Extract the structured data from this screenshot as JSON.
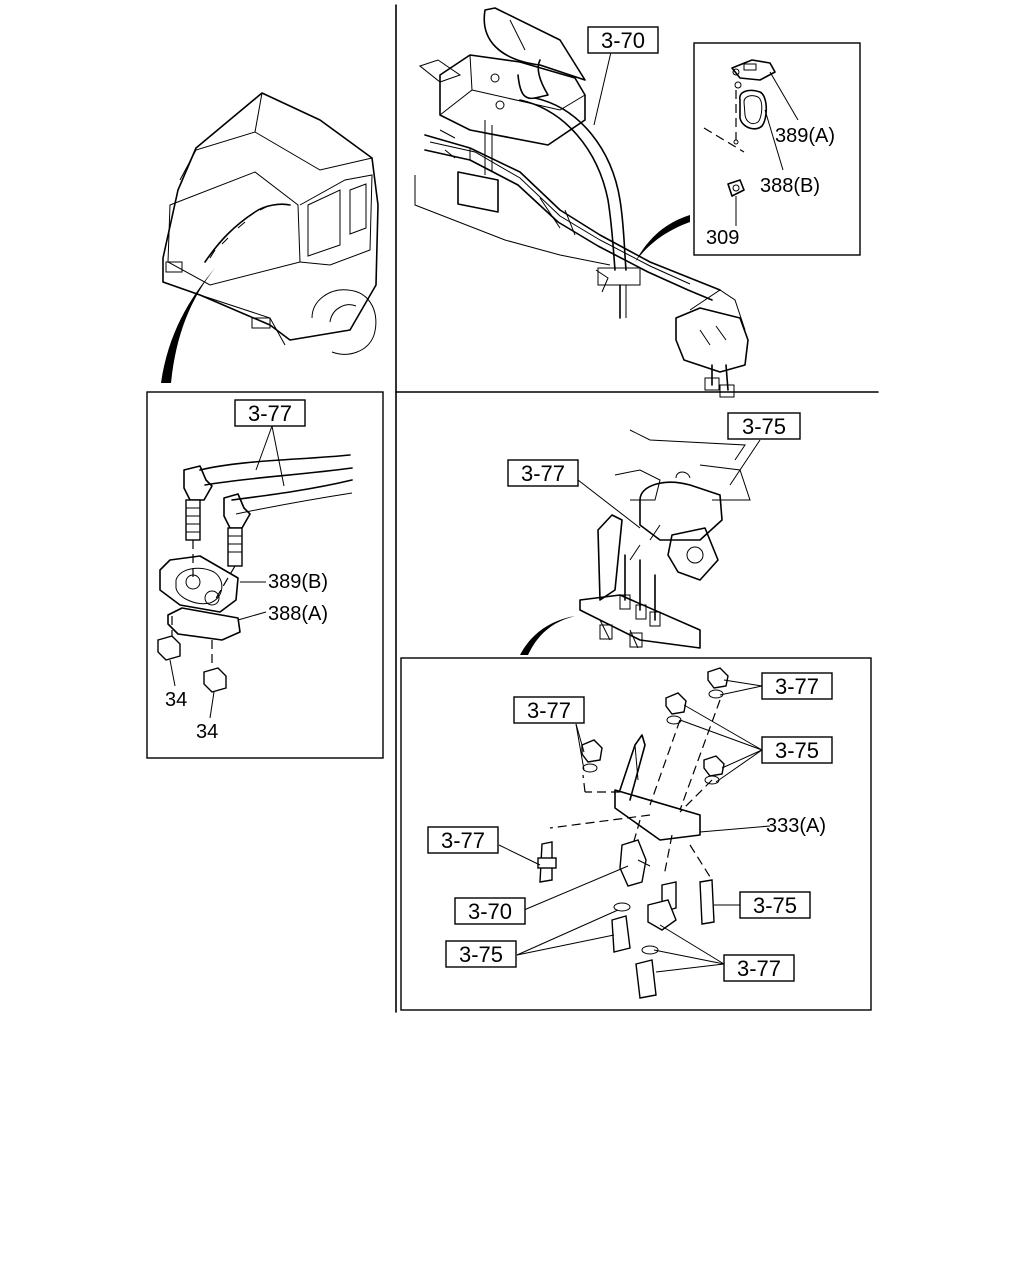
{
  "callouts": {
    "upper_right_ref": "3-70",
    "detail_a_389": "389(A)",
    "detail_a_388": "388(B)",
    "detail_a_309": "309",
    "left_ref": "3-77",
    "left_389": "389(B)",
    "left_388": "388(A)",
    "left_34_a": "34",
    "left_34_b": "34",
    "valve_ref_75": "3-75",
    "valve_ref_77": "3-77",
    "exp_77_top": "3-77",
    "exp_77_nut": "3-77",
    "exp_75_nuts": "3-75",
    "exp_333": "333(A)",
    "exp_77_left": "3-77",
    "exp_70": "3-70",
    "exp_75_right": "3-75",
    "exp_75_left": "3-75",
    "exp_77_bottom": "3-77"
  }
}
